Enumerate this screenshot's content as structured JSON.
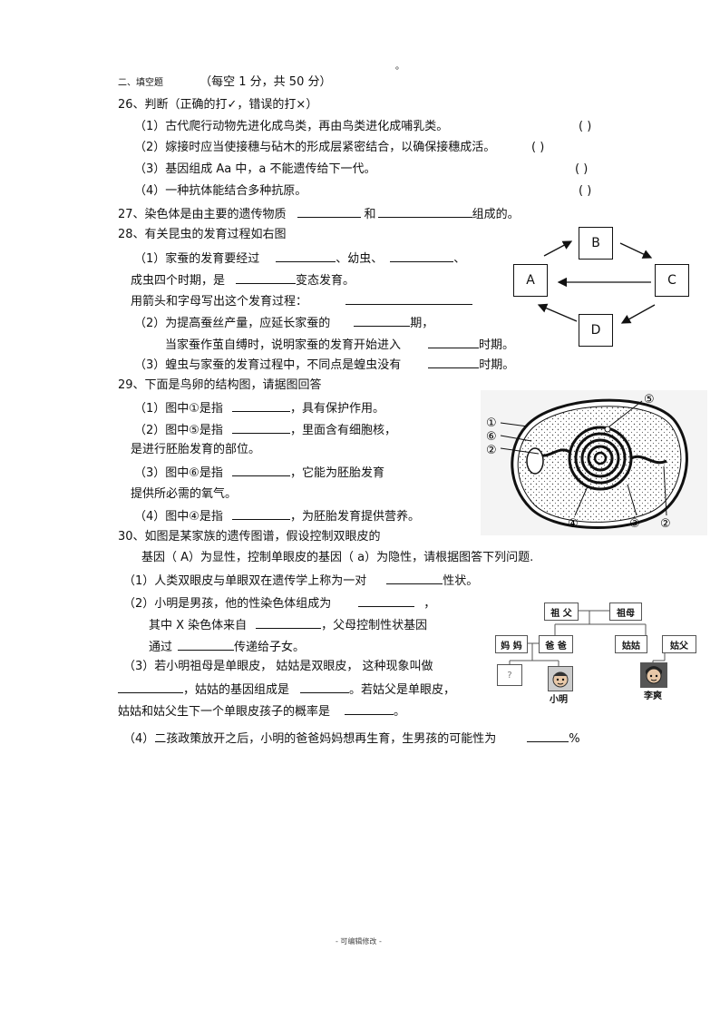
{
  "top_dot": "。",
  "section": {
    "title": "二、填空题",
    "score": "（每空  1 分，共  50 分）"
  },
  "q26": {
    "title": "26、判断（正确的打✓，错误的打×）",
    "items": [
      {
        "text": "（1）古代爬行动物先进化成鸟类，再由鸟类进化成哺乳类。",
        "bracket": "(           )"
      },
      {
        "text": "（2）嫁接时应当使接穗与砧木的形成层紧密结合，以确保接穗成活。",
        "bracket": "(               )"
      },
      {
        "text": "（3）基因组成    Aa 中，a 不能遗传给下一代。",
        "bracket": "(          )"
      },
      {
        "text": "（4）一种抗体能结合多种抗原。",
        "bracket": "(           )"
      }
    ]
  },
  "q27": {
    "a": "27、染色体是由主要的遗传物质",
    "b": "和",
    "c": "组成的。"
  },
  "q28": {
    "title": "28、有关昆虫的发育过程如右图",
    "l1a": "（1）家蚕的发育要经过",
    "l1b": "、幼虫、",
    "l1c": "、",
    "l2a": "成虫四个时期，是",
    "l2b": "变态发育。",
    "l3": "用箭头和字母写出这个发育过程：",
    "l4a": "（2）为提高蚕丝产量，应延长家蚕的",
    "l4b": "期，",
    "l5a": "当家蚕作茧自缚时，说明家蚕的发育开始进入",
    "l5b": "时期。",
    "l6a": "（3）蝗虫与家蚕的发育过程中，不同点是蝗虫没有",
    "l6b": "时期。",
    "diagram": {
      "A": "A",
      "B": "B",
      "C": "C",
      "D": "D"
    }
  },
  "q29": {
    "title": "29、下面是鸟卵的结构图，请据图回答",
    "l1a": "（1）图中①是指",
    "l1b": "，具有保护作用。",
    "l2a": "（2）图中⑤是指",
    "l2b": "，里面含有细胞核，",
    "l3": "是进行胚胎发育的部位。",
    "l4a": "（3）图中⑥是指",
    "l4b": "，它能为胚胎发育",
    "l5": "提供所必需的氧气。",
    "l6a": "（4）图中④是指",
    "l6b": "，为胚胎发育提供营养。",
    "egg_labels": {
      "n1": "①",
      "n6": "⑥",
      "n2": "②",
      "n5": "⑤",
      "n4": "④",
      "n3": "③",
      "n2b": "②"
    }
  },
  "q30": {
    "title": "30、如图是某家族的遗传图谱，假设控制双眼皮的",
    "l2": "基因（ A）为显性，控制单眼皮的基因（      a）为隐性，请根据图答下列问题.",
    "l3a": "（1）人类双眼皮与单眼双在遗传学上称为一对",
    "l3b": "性状。",
    "l4a": "（2）小明是男孩，他的性染色体组成为",
    "l4b": "，",
    "l5a": "其中  X 染色体来自",
    "l5b": "，父母控制性状基因",
    "l6a": "通过",
    "l6b": "传递给子女。",
    "l7": "（3）若小明祖母是单眼皮，      姑姑是双眼皮，    这种现象叫做",
    "l8a": "，姑姑的基因组成是",
    "l8b": "。若姑父是单眼皮，",
    "l9a": "姑姑和姑父生下一个单眼皮孩子的概率是",
    "l9b": "。",
    "l10a": "（4）二孩政策放开之后，小明的爸爸妈妈想再生育，生男孩的可能性为",
    "l10b": "%",
    "family": {
      "grandpa": "祖 父",
      "grandma": "祖母",
      "mom": "妈 妈",
      "dad": "爸 爸",
      "aunt": "姑姑",
      "uncle": "姑父",
      "unknown": "?",
      "xiaoming": "小明",
      "lishuang": "李爽"
    }
  },
  "footer": "- 可编辑修改 -"
}
